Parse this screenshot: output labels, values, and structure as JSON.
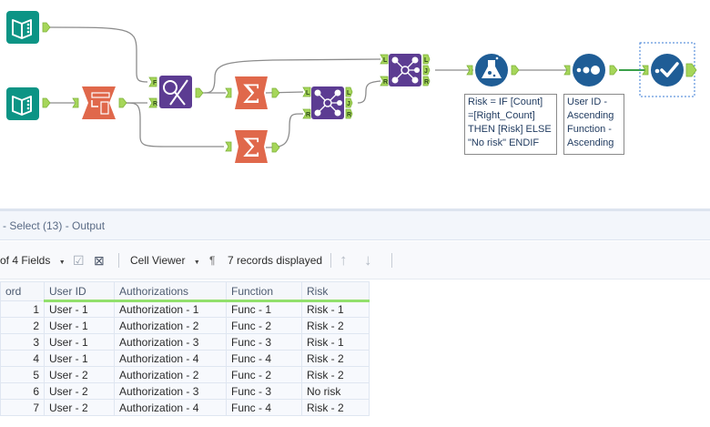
{
  "workflow": {
    "tools": [
      {
        "id": "input-1",
        "type": "input-data",
        "color": "#0c9485"
      },
      {
        "id": "input-2",
        "type": "input-data",
        "color": "#0c9485"
      },
      {
        "id": "select",
        "type": "select",
        "color": "#e0684b"
      },
      {
        "id": "find-replace",
        "type": "find-replace",
        "color": "#5c3c92",
        "anchors": [
          "F",
          "R"
        ]
      },
      {
        "id": "summarize-1",
        "type": "summarize",
        "color": "#e0684b"
      },
      {
        "id": "summarize-2",
        "type": "summarize",
        "color": "#e0684b"
      },
      {
        "id": "join-1",
        "type": "join",
        "color": "#5c3c92",
        "in_anchors": [
          "L",
          "R"
        ],
        "out_anchors": [
          "L",
          "J",
          "R"
        ]
      },
      {
        "id": "join-2",
        "type": "join",
        "color": "#5c3c92",
        "in_anchors": [
          "L",
          "R"
        ],
        "out_anchors": [
          "L",
          "J",
          "R"
        ]
      },
      {
        "id": "formula",
        "type": "formula",
        "color": "#1f5d96"
      },
      {
        "id": "sort",
        "type": "sort",
        "color": "#1f5d96"
      },
      {
        "id": "select-output",
        "type": "select-records",
        "color": "#1f5d96"
      }
    ],
    "annotations": {
      "formula": "Risk = IF [Count]\n=[Right_Count]\nTHEN [Risk] ELSE\n\"No risk\" ENDIF",
      "sort": "User ID -\nAscending\nFunction -\nAscending"
    },
    "colors": {
      "connection": "#8c8c8c",
      "selected_connection": "#3aa04a",
      "anchor": "#a6d65a"
    }
  },
  "results": {
    "header_title": "- Select (13) - Output",
    "toolbar": {
      "fields_label": "of 4 Fields",
      "viewer_label": "Cell Viewer",
      "records_label": "7 records displayed"
    },
    "columns": [
      "ord",
      "User ID",
      "Authorizations",
      "Function",
      "Risk"
    ],
    "rows": [
      {
        "record": "1",
        "user_id": "User - 1",
        "authorization": "Authorization - 1",
        "function": "Func - 1",
        "risk": "Risk - 1"
      },
      {
        "record": "2",
        "user_id": "User - 1",
        "authorization": "Authorization - 2",
        "function": "Func - 2",
        "risk": "Risk - 2"
      },
      {
        "record": "3",
        "user_id": "User - 1",
        "authorization": "Authorization - 3",
        "function": "Func - 3",
        "risk": "Risk - 1"
      },
      {
        "record": "4",
        "user_id": "User - 1",
        "authorization": "Authorization - 4",
        "function": "Func - 4",
        "risk": "Risk - 2"
      },
      {
        "record": "5",
        "user_id": "User - 2",
        "authorization": "Authorization - 2",
        "function": "Func - 2",
        "risk": "Risk - 2"
      },
      {
        "record": "6",
        "user_id": "User - 2",
        "authorization": "Authorization - 3",
        "function": "Func - 3",
        "risk": "No risk"
      },
      {
        "record": "7",
        "user_id": "User - 2",
        "authorization": "Authorization - 4",
        "function": "Func - 4",
        "risk": "Risk - 2"
      }
    ]
  }
}
